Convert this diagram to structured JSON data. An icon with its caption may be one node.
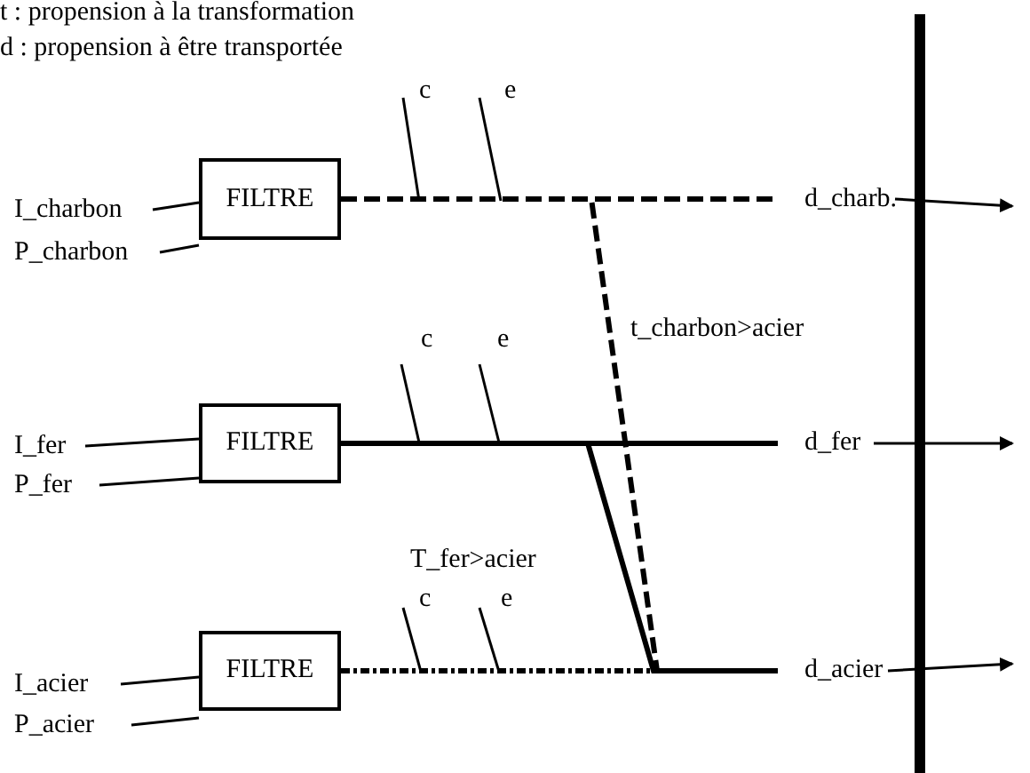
{
  "diagram": {
    "nodes": [
      {
        "text": [
          "FILTRE"
        ]
      },
      {
        "text": [
          "I_charbon"
        ]
      },
      {
        "text": [
          "P_charbon"
        ]
      },
      {
        "text": [
          "FILTRE"
        ]
      },
      {
        "text": [
          "I_fer"
        ]
      },
      {
        "text": [
          "P_fer"
        ]
      },
      {
        "text": [
          "FILTRE"
        ]
      },
      {
        "text": [
          "I_acier"
        ]
      },
      {
        "text": [
          "P_acier"
        ]
      },
      {
        "text": [
          "d_charb."
        ]
      },
      {
        "text": [
          "d_fer"
        ]
      },
      {
        "text": [
          "d_acier"
        ]
      },
      {
        "text": [],
        "shape": "bar"
      }
    ],
    "edges": [
      {
        "from": 1,
        "to": 0,
        "arrow": "none"
      },
      {
        "from": 2,
        "to": 0,
        "arrow": "none"
      },
      {
        "from": 4,
        "to": 3,
        "arrow": "none"
      },
      {
        "from": 5,
        "to": 3,
        "arrow": "none"
      },
      {
        "from": 7,
        "to": 6,
        "arrow": "none"
      },
      {
        "from": 8,
        "to": 6,
        "arrow": "none"
      },
      {
        "from": 0,
        "to": 9,
        "arrow": "none",
        "style": "dashed"
      },
      {
        "from": 3,
        "to": 10,
        "arrow": "none",
        "style": "thick"
      },
      {
        "from": 6,
        "to": 11,
        "arrow": "none",
        "style": "dashed"
      },
      {
        "from": 0,
        "to": 11,
        "arrow": "none",
        "style": "dashed",
        "label": "t_charbon>acier"
      },
      {
        "from": 3,
        "to": 11,
        "arrow": "none",
        "style": "thick",
        "label": "T_fer>acier"
      },
      {
        "from": 9,
        "to": null,
        "arrow": "to"
      },
      {
        "from": 10,
        "to": null,
        "arrow": "to"
      },
      {
        "from": 11,
        "to": null,
        "arrow": "to"
      }
    ],
    "labels": [
      "t : propension à la transformation",
      "d : propension à être transportée",
      "c",
      "e",
      "c",
      "e",
      "c",
      "e"
    ]
  }
}
